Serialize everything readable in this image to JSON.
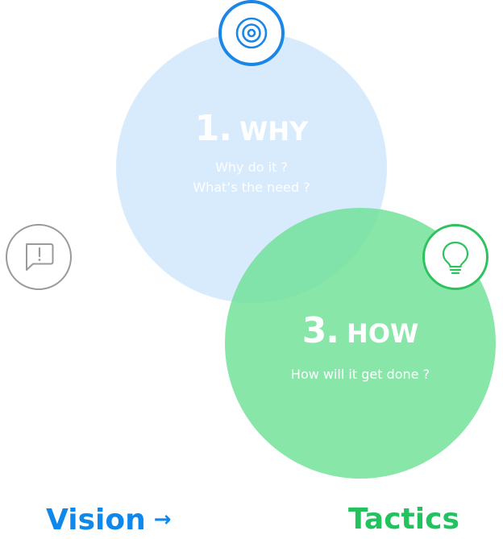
{
  "circles": {
    "why": {
      "number": "1.",
      "title": "WHY",
      "lines": [
        "Why do it ?",
        "What’s the need ?"
      ],
      "color": "#cde5fc",
      "icon": "target-icon"
    },
    "how": {
      "number": "3.",
      "title": "HOW",
      "lines": [
        "How will it get done ?"
      ],
      "color": "#6ee096",
      "icon": "lightbulb-icon"
    }
  },
  "side_icon": "chat-bubble-alert-icon",
  "footer": {
    "vision": "Vision",
    "arrow": "→",
    "tactics": "Tactics"
  },
  "colors": {
    "blue": "#1a86e8",
    "green": "#22c35e",
    "gray": "#9a9a9a"
  }
}
